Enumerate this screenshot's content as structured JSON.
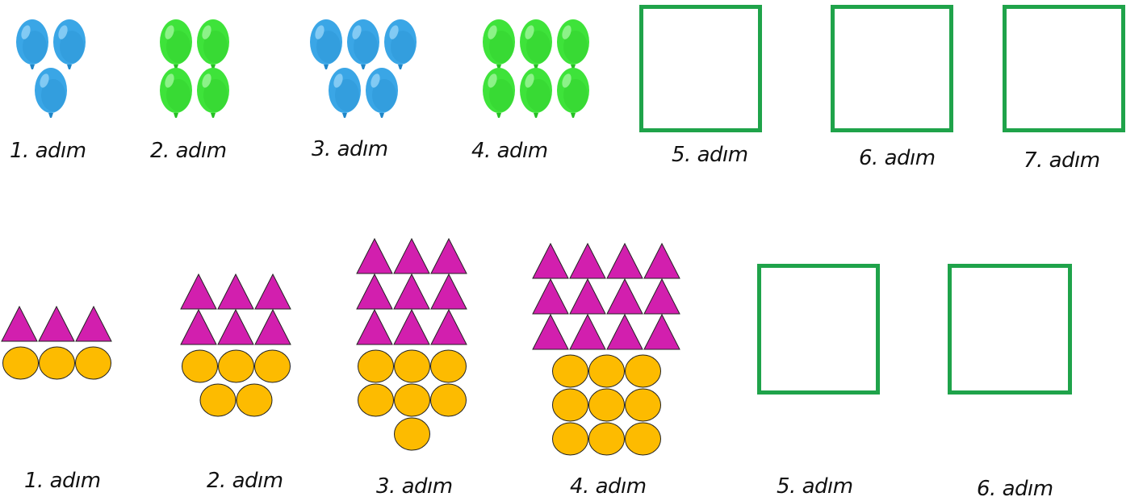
{
  "colors": {
    "blue_balloon": "#3aa6e6",
    "green_balloon": "#3ee33a",
    "triangle": "#d21fae",
    "circle": "#fdbb00",
    "box_border": "#1fa34a"
  },
  "pattern1": {
    "steps": [
      {
        "label": "1. adım",
        "balloon_color": "blue",
        "balloon_count": 3
      },
      {
        "label": "2. adım",
        "balloon_color": "green",
        "balloon_count": 4
      },
      {
        "label": "3. adım",
        "balloon_color": "blue",
        "balloon_count": 5
      },
      {
        "label": "4. adım",
        "balloon_color": "green",
        "balloon_count": 6
      },
      {
        "label": "5. adım",
        "empty": true
      },
      {
        "label": "6. adım",
        "empty": true
      },
      {
        "label": "7. adım",
        "empty": true
      }
    ]
  },
  "pattern2": {
    "steps": [
      {
        "label": "1. adım",
        "triangles": 3,
        "circles": 3
      },
      {
        "label": "2. adım",
        "triangles": 6,
        "circles": 5
      },
      {
        "label": "3. adım",
        "triangles": 9,
        "circles": 7
      },
      {
        "label": "4. adım",
        "triangles": 12,
        "circles": 9
      },
      {
        "label": "5. adım",
        "empty": true
      },
      {
        "label": "6. adım",
        "empty": true
      }
    ]
  }
}
